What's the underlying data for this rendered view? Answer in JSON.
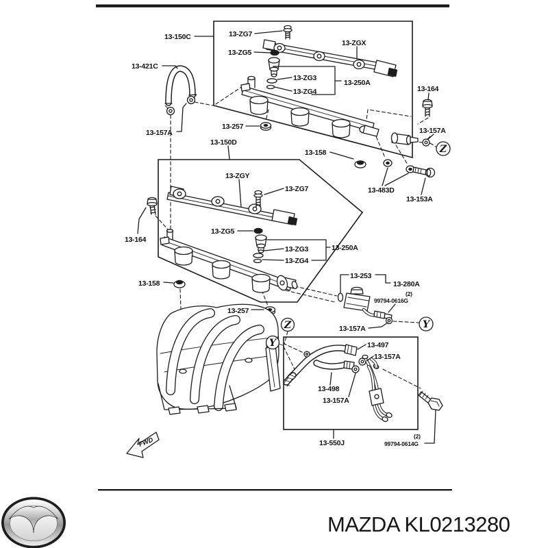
{
  "diagram": {
    "fwd_arrow": "FWD",
    "connector_symbols": {
      "z": "Z",
      "y": "Y"
    },
    "labels": {
      "l150c": "13-150C",
      "zg7_top": "13-ZG7",
      "zgx": "13-ZGX",
      "zg5_top": "13-ZG5",
      "l421c": "13-421C",
      "zg3_top": "13-ZG3",
      "l250a_top": "13-250A",
      "zg4_top": "13-ZG4",
      "l164_right": "13-164",
      "l257_top": "13-257",
      "l157a_left": "13-157A",
      "l157a_topright": "13-157A",
      "l150d": "13-150D",
      "l158_topright": "13-158",
      "zgy": "13-ZGY",
      "zg7_mid": "13-ZG7",
      "l483d": "13-483D",
      "l153a": "13-153A",
      "zg5_mid": "13-ZG5",
      "l164_left": "13-164",
      "zg3_mid": "13-ZG3",
      "l250a_mid": "13-250A",
      "zg4_mid": "13-ZG4",
      "l253": "13-253",
      "l158_left": "13-158",
      "l280a": "13-280A",
      "qty2_top": "(2)",
      "p0616g": "99794-0616G",
      "l257_mid": "13-257",
      "l157a_mid": "13-157A",
      "l497": "13-497",
      "l157a_box1": "13-157A",
      "l498": "13-498",
      "l157a_box2": "13-157A",
      "l550j": "13-550J",
      "qty2_bot": "(2)",
      "p0614g": "99794-0614G"
    }
  },
  "footer": {
    "logo_icon": "mazda-logo",
    "part_number_text": "MAZDA KL0213280"
  }
}
